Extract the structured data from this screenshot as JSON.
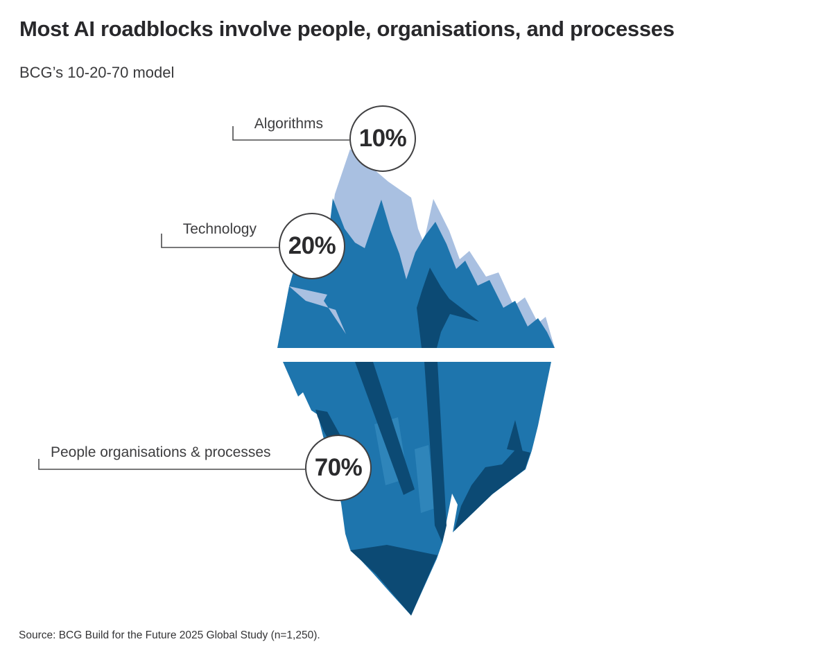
{
  "header": {
    "title": "Most AI roadblocks involve people, organisations, and processes",
    "subtitle": "BCG’s 10-20-70 model"
  },
  "callouts": [
    {
      "label": "Algorithms",
      "value": "10%"
    },
    {
      "label": "Technology",
      "value": "20%"
    },
    {
      "label": "People organisations & processes",
      "value": "70%"
    }
  ],
  "footer": {
    "source": "Source: BCG Build for the Future 2025 Global Study (n=1,250)."
  },
  "colors": {
    "iceberg_light": "#a9c0e1",
    "iceberg_mid": "#1e75ad",
    "iceberg_dark": "#0c4a74",
    "iceberg_highlight": "#2f85ba",
    "text_dark": "#28282b",
    "line": "#4b4b4d"
  },
  "chart_data": {
    "type": "pie",
    "variant": "iceberg-infographic",
    "title": "Most AI roadblocks involve people, organisations, and processes",
    "subtitle": "BCG’s 10-20-70 model",
    "categories": [
      "Algorithms",
      "Technology",
      "People organisations & processes"
    ],
    "values": [
      10,
      20,
      70
    ],
    "unit": "%",
    "layout": "Iceberg: Algorithms (10%) at the visible tip, Technology (20%) above the waterline, People organisations & processes (70%) submerged below the waterline",
    "source": "Source: BCG Build for the Future 2025 Global Study (n=1,250)."
  }
}
